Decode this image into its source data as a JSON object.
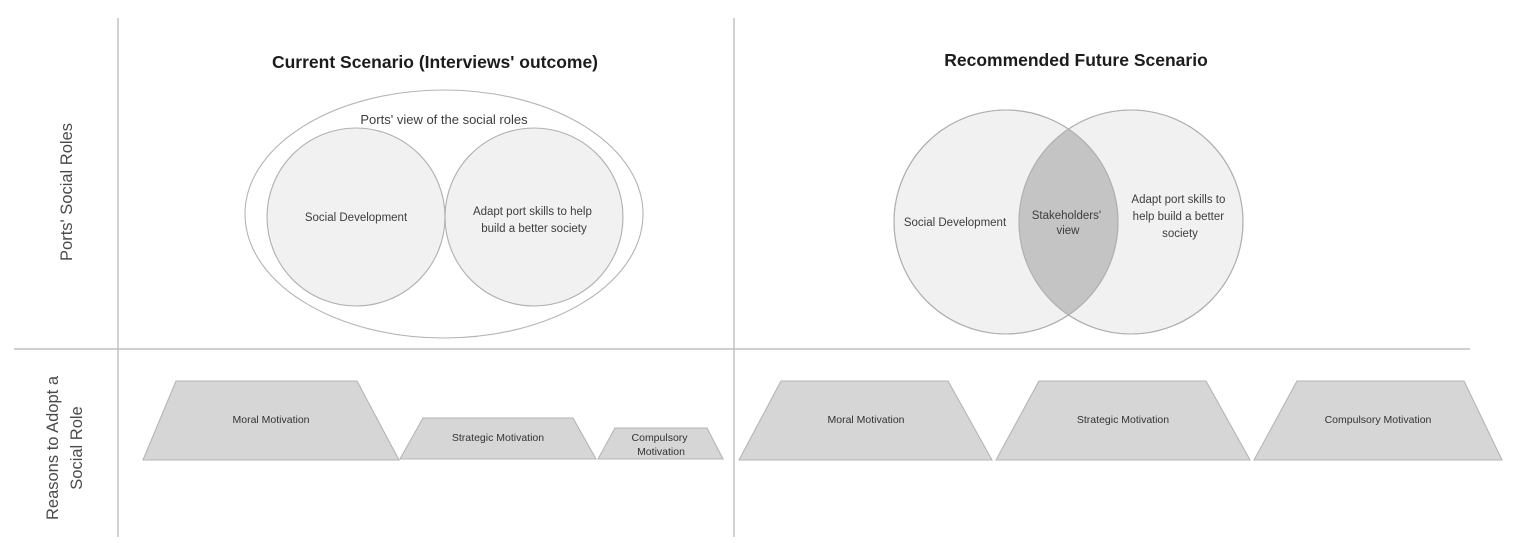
{
  "figure": {
    "background_color": "#ffffff",
    "row_labels": [
      {
        "id": "ports-social-roles",
        "lines": [
          "Ports' Social Roles"
        ]
      },
      {
        "id": "reasons-to-adopt",
        "lines": [
          "Reasons to Adopt a",
          "Social Role"
        ]
      }
    ],
    "columns": [
      {
        "id": "current",
        "title": "Current Scenario (Interviews' outcome)"
      },
      {
        "id": "future",
        "title": "Recommended Future Scenario"
      }
    ]
  },
  "current_scenario": {
    "venn": {
      "outer_caption": "Ports' view of the social roles",
      "circles": [
        {
          "id": "social-development",
          "label": "Social Development",
          "lines": [
            "Social Development"
          ]
        },
        {
          "id": "adapt-port-skills",
          "label": "Adapt port skills to help build a better society",
          "lines": [
            "Adapt port skills to help",
            "build a better society"
          ]
        }
      ],
      "overlap": null
    },
    "motivations": [
      {
        "id": "moral",
        "lines": [
          "Moral Motivation"
        ],
        "emphasis": "large"
      },
      {
        "id": "strategic",
        "lines": [
          "Strategic Motivation"
        ],
        "emphasis": "medium"
      },
      {
        "id": "compulsory",
        "lines": [
          "Compulsory",
          "Motivation"
        ],
        "emphasis": "small"
      }
    ]
  },
  "future_scenario": {
    "venn": {
      "outer_caption": null,
      "circles": [
        {
          "id": "social-development",
          "label": "Social Development",
          "lines": [
            "Social Development"
          ]
        },
        {
          "id": "adapt-port-skills",
          "label": "Adapt port skills to help build a better society",
          "lines": [
            "Adapt port skills to",
            "help build a better",
            "society"
          ]
        }
      ],
      "overlap": {
        "id": "stakeholders-view",
        "lines": [
          "Stakeholders'",
          "view"
        ]
      }
    },
    "motivations": [
      {
        "id": "moral",
        "lines": [
          "Moral Motivation"
        ],
        "emphasis": "equal"
      },
      {
        "id": "strategic",
        "lines": [
          "Strategic Motivation"
        ],
        "emphasis": "equal"
      },
      {
        "id": "compulsory",
        "lines": [
          "Compulsory Motivation"
        ],
        "emphasis": "equal"
      }
    ]
  },
  "colors": {
    "circle_fill": "#f1f1f1",
    "circle_stroke": "#b0b0b0",
    "overlap_fill": "#c4c4c4",
    "trapezoid_fill": "#d6d6d6",
    "trapezoid_stroke": "#b5b5b5",
    "axis_stroke": "#bfbfbf",
    "title_color": "#1c1c1c",
    "label_color": "#3d3d3d"
  }
}
